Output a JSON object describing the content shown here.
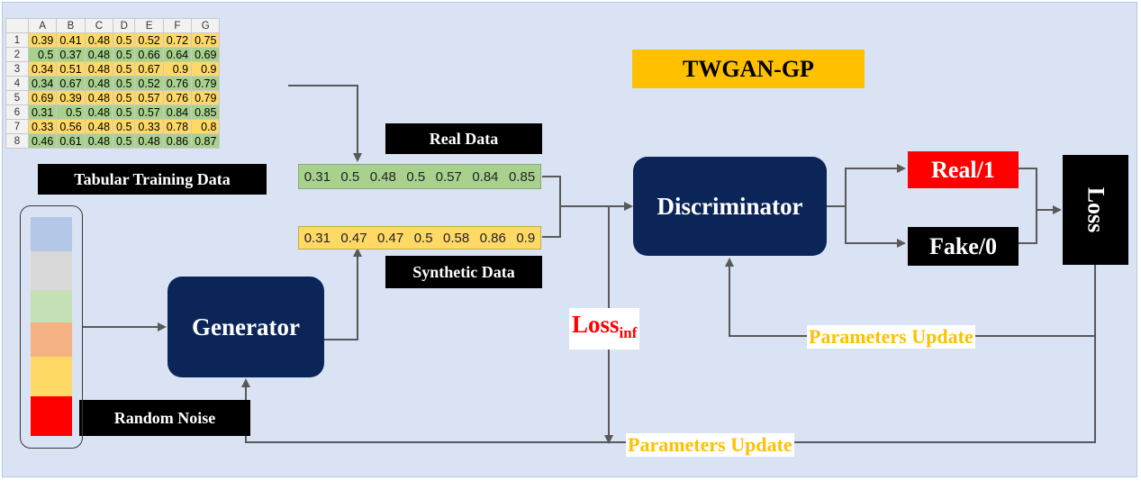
{
  "sheet": {
    "columns": [
      "A",
      "B",
      "C",
      "D",
      "E",
      "F",
      "G"
    ],
    "rows": [
      {
        "n": "1",
        "v": [
          "0.39",
          "0.41",
          "0.48",
          "0.5",
          "0.52",
          "0.72",
          "0.75"
        ],
        "color": "y"
      },
      {
        "n": "2",
        "v": [
          "0.5",
          "0.37",
          "0.48",
          "0.5",
          "0.66",
          "0.64",
          "0.69"
        ],
        "color": "g"
      },
      {
        "n": "3",
        "v": [
          "0.34",
          "0.51",
          "0.48",
          "0.5",
          "0.67",
          "0.9",
          "0.9"
        ],
        "color": "y"
      },
      {
        "n": "4",
        "v": [
          "0.34",
          "0.67",
          "0.48",
          "0.5",
          "0.52",
          "0.76",
          "0.79"
        ],
        "color": "g"
      },
      {
        "n": "5",
        "v": [
          "0.69",
          "0.39",
          "0.48",
          "0.5",
          "0.57",
          "0.76",
          "0.79"
        ],
        "color": "y"
      },
      {
        "n": "6",
        "v": [
          "0.31",
          "0.5",
          "0.48",
          "0.5",
          "0.57",
          "0.84",
          "0.85"
        ],
        "color": "g"
      },
      {
        "n": "7",
        "v": [
          "0.33",
          "0.56",
          "0.48",
          "0.5",
          "0.33",
          "0.78",
          "0.8"
        ],
        "color": "y"
      },
      {
        "n": "8",
        "v": [
          "0.46",
          "0.61",
          "0.48",
          "0.5",
          "0.48",
          "0.86",
          "0.87"
        ],
        "color": "g"
      }
    ]
  },
  "labels": {
    "tabular": "Tabular Training Data",
    "real_data": "Real Data",
    "synthetic_data": "Synthetic Data",
    "random_noise": "Random Noise",
    "title": "TWGAN-GP",
    "generator": "Generator",
    "discriminator": "Discriminator",
    "real1": "Real/1",
    "fake0": "Fake/0",
    "loss": "Loss",
    "loss_inf_main": "Loss",
    "loss_inf_sub": "inf",
    "params_update_top": "Parameters Update",
    "params_update_bottom": "Parameters Update"
  },
  "real_strip": [
    "0.31",
    "0.5",
    "0.48",
    "0.5",
    "0.57",
    "0.84",
    "0.85"
  ],
  "synthetic_strip": [
    "0.31",
    "0.47",
    "0.47",
    "0.5",
    "0.58",
    "0.86",
    "0.9"
  ],
  "noise_colors": [
    "#b4c7e7",
    "#d9d9d9",
    "#c5e0b4",
    "#f4b183",
    "#ffd966",
    "#ff0000"
  ],
  "colors": {
    "navy": "#0b2559",
    "title_bg": "#ffc000",
    "update_text": "#ffc000",
    "loss_inf_text": "#ff0000",
    "real1_bg": "#ff0000",
    "real_strip": "#a9d18e",
    "synthetic_strip": "#ffd966",
    "panel": "#dae3f3"
  }
}
